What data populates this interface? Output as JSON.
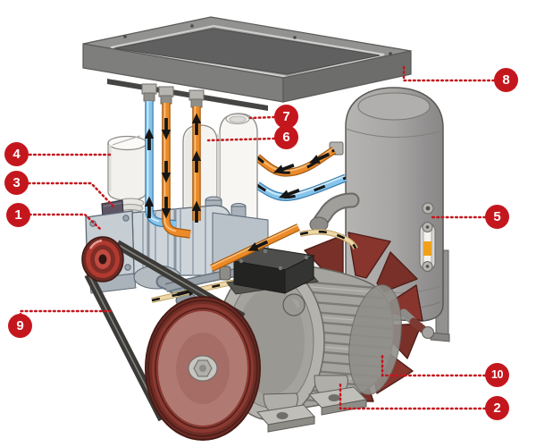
{
  "figure": {
    "alt": "Cutaway technical illustration of a belt-driven compressor unit: top-mounted cooler, filter and separator cartridges, airend with intake valve, drive belt with pulleys, electric motor, cooling fan and vertical air receiver tank, annotated with numbered part callouts.",
    "callouts": [
      {
        "label": "1"
      },
      {
        "label": "2"
      },
      {
        "label": "3"
      },
      {
        "label": "4"
      },
      {
        "label": "5"
      },
      {
        "label": "6"
      },
      {
        "label": "7"
      },
      {
        "label": "8"
      },
      {
        "label": "9"
      },
      {
        "label": "10"
      }
    ],
    "colors": {
      "badge_red": "#c4171d",
      "leader_red": "#c4171d",
      "hot_pipe_orange": "#ec8a28",
      "cool_pipe_blue": "#85c4ed",
      "flow_arrow_black": "#161616",
      "fan_dark_red": "#87352d",
      "pulley_face_red": "#b07a72",
      "cooler_core_gray": "#606060",
      "tank_gray": "#a8a6a4",
      "airend_steel": "#cdd4da"
    }
  }
}
